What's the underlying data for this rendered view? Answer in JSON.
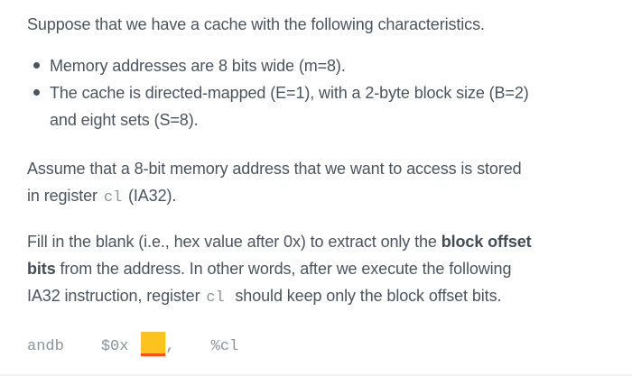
{
  "question": {
    "intro": "Suppose that we have a cache with the following characteristics.",
    "bullets": [
      {
        "lines": [
          "Memory addresses are 8 bits wide (m=8)."
        ]
      },
      {
        "lines": [
          "The cache is directed-mapped (E=1), with a 2-byte block size (B=2)",
          "and eight sets (S=8)."
        ]
      }
    ],
    "assume": {
      "line1": "Assume that a 8-bit memory address that we want to access is stored",
      "line2_pre": "in register ",
      "line2_code": "cl",
      "line2_post": " (IA32)."
    },
    "task": {
      "line1_pre": "Fill in the blank (i.e., hex value after 0x) to extract only the ",
      "line1_bold": "block offset",
      "line2_bold": "bits",
      "line2_post": " from the address. In other words, after we execute the following",
      "line3_pre": "IA32 instruction, register ",
      "line3_code": "cl",
      "line3_post": "  should keep only the block offset bits."
    },
    "instruction": {
      "mnemonic": "andb",
      "operand_prefix": "$0x",
      "blank_value": "",
      "comma": ",",
      "register": "%cl"
    }
  },
  "colors": {
    "body_text": "#4a545e",
    "code_text": "#8b939b",
    "blank_fill": "#fcc21e",
    "blank_underline": "#f4511e",
    "background": "#ffffff"
  }
}
